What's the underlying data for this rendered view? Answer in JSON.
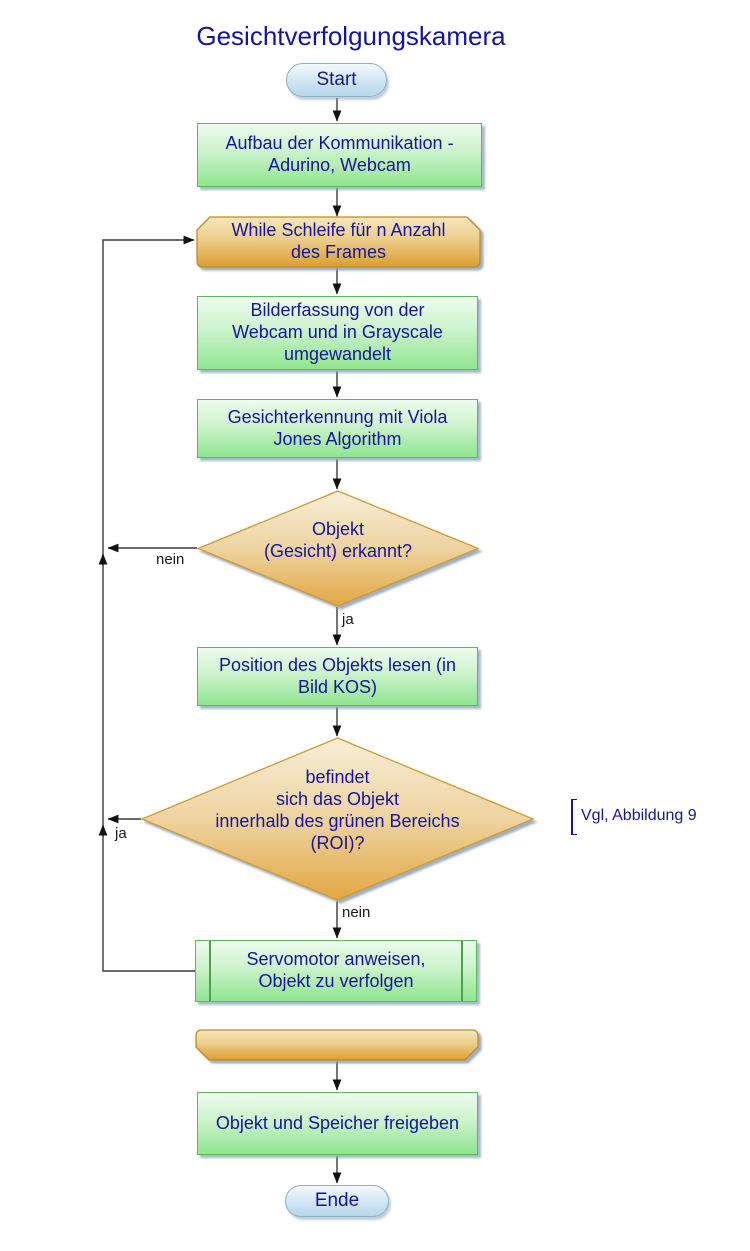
{
  "title": "Gesichtverfolgungskamera",
  "nodes": {
    "start": "Start",
    "setup": "Aufbau der Kommunikation -\nAdurino, Webcam",
    "while_loop": "While Schleife für n Anzahl\ndes Frames",
    "capture": "Bilderfassung von der\nWebcam und in Grayscale\numgewandelt",
    "detect": "Gesichterkennung mit Viola\nJones Algorithm",
    "decision_detect": "Objekt\n(Gesicht) erkannt?",
    "read_position": "Position des Objekts lesen (in\nBild KOS)",
    "decision_roi": "befindet\nsich das Objekt\ninnerhalb des grünen Bereichs\n(ROI)?",
    "servo": "Servomotor anweisen,\nObjekt zu verfolgen",
    "release": "Objekt und Speicher freigeben",
    "end": "Ende"
  },
  "edge_labels": {
    "detect_yes": "ja",
    "detect_no": "nein",
    "roi_yes": "ja",
    "roi_no": "nein"
  },
  "annotation": "Vgl, Abbildung 9",
  "colors": {
    "text": "#15159b",
    "process_fill_top": "#eefcee",
    "process_fill_bottom": "#8fe58f",
    "process_border": "#5db85d",
    "loop_fill_top": "#f7e6c0",
    "loop_fill_bottom": "#db9e30",
    "loop_border": "#c08a28",
    "decision_fill_top": "#f7eed8",
    "decision_fill_bottom": "#e2a742",
    "decision_border": "#cf9b30",
    "terminator_fill_top": "#f4fafd",
    "terminator_fill_bottom": "#b6d7ea",
    "terminator_border": "#8cb0c8",
    "connector": "#3a3a3a",
    "shadow": "#8ca2b8"
  }
}
